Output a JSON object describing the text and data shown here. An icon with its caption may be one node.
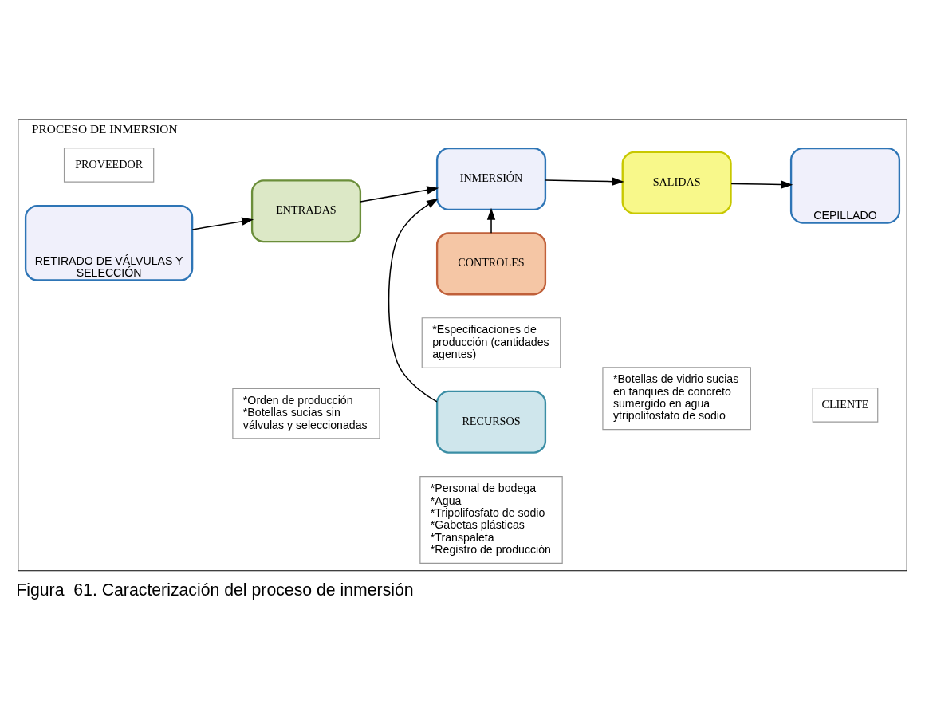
{
  "diagram": {
    "caption": "Figura  61. Caracterización del proceso de inmersión",
    "nodes": [
      {
        "text": [
          "PROCESO DE INMERSION"
        ]
      },
      {
        "text": [
          "PROVEEDOR"
        ],
        "in": 0
      },
      {
        "text": [
          "RETIRADO DE VÁLVULAS Y SELECCIÓN"
        ],
        "in": 0
      },
      {
        "text": [
          "ENTRADAS"
        ],
        "in": 0
      },
      {
        "text": [
          "*Orden de producción",
          "*Botellas sucias sin válvulas y seleccionadas"
        ],
        "in": 0
      },
      {
        "text": [
          "CONTROLES"
        ],
        "in": 0
      },
      {
        "text": [
          "*Especificaciones de producción (cantidades agentes)"
        ],
        "in": 0
      },
      {
        "text": [
          "INMERSIÓN"
        ],
        "in": 0
      },
      {
        "text": [
          "RECURSOS"
        ],
        "in": 0
      },
      {
        "text": [
          "*Personal de bodega",
          "*Agua",
          "*Tripolifosfato de sodio",
          "*Gabetas plásticas",
          "*Transpaleta",
          "*Registro de producción"
        ],
        "in": 0
      },
      {
        "text": [
          "SALIDAS"
        ],
        "in": 0
      },
      {
        "text": [
          "*Botellas de vidrio sucias en tanques de concreto sumergido en agua ytripolifosfato de sodio"
        ],
        "in": 0
      },
      {
        "text": [
          "CLIENTE"
        ],
        "in": 0
      },
      {
        "text": [
          "CEPILLADO"
        ],
        "in": 0
      }
    ],
    "edges": [
      {
        "from": 2,
        "to": 3,
        "arrow": "to"
      },
      {
        "from": 3,
        "to": 7,
        "arrow": "to"
      },
      {
        "from": 5,
        "to": 7,
        "arrow": "to"
      },
      {
        "from": 8,
        "to": 7,
        "arrow": "to"
      },
      {
        "from": 7,
        "to": 10,
        "arrow": "to"
      },
      {
        "from": 10,
        "to": 13,
        "arrow": "to"
      }
    ]
  }
}
